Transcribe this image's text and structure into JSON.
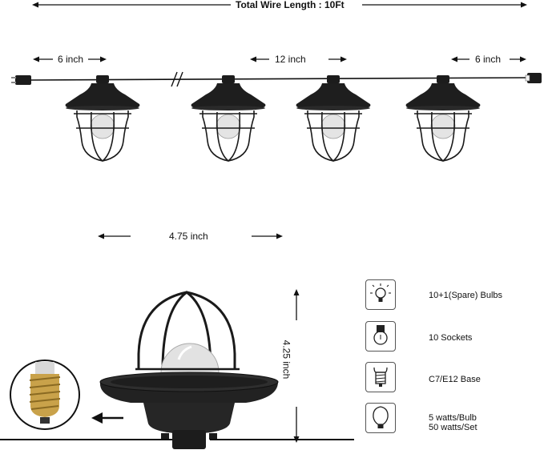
{
  "diagram": {
    "total_wire_length": "Total Wire Length : 10Ft",
    "spacing_left": "6 inch",
    "spacing_middle": "12 inch",
    "spacing_right": "6 inch",
    "shade_width": "4.75 inch",
    "lamp_height": "4.25 inch"
  },
  "features": [
    {
      "icon": "bulb-glow-icon",
      "lines": [
        "10+1(Spare) Bulbs"
      ]
    },
    {
      "icon": "socket-icon",
      "lines": [
        "10 Sockets"
      ]
    },
    {
      "icon": "e12-base-icon",
      "lines": [
        "C7/E12 Base"
      ]
    },
    {
      "icon": "bulb-watt-icon",
      "lines": [
        "5 watts/Bulb",
        "50 watts/Set"
      ]
    }
  ],
  "colors": {
    "line": "#111111",
    "lamp": "#1c1c1c",
    "brass": "#c9a24a"
  }
}
